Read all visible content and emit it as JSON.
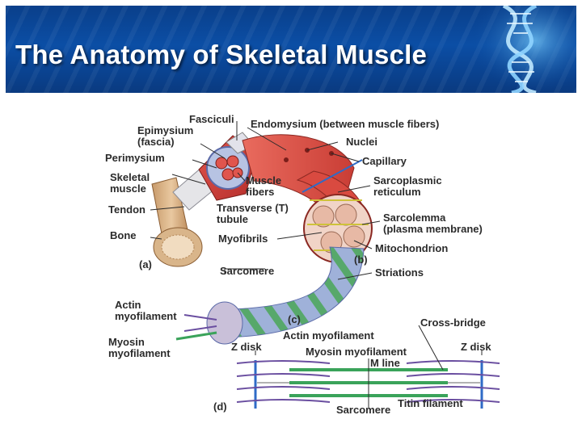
{
  "slide": {
    "title": "The Anatomy of Skeletal Muscle"
  },
  "diagram": {
    "labels": {
      "fasciculi": "Fasciculi",
      "epimysium_1": "Epimysium",
      "epimysium_2": "(fascia)",
      "endomysium": "Endomysium (between muscle fibers)",
      "nuclei": "Nuclei",
      "perimysium": "Perimysium",
      "capillary": "Capillary",
      "skeletal_1": "Skeletal",
      "skeletal_2": "muscle",
      "muscle_fibers_1": "Muscle",
      "muscle_fibers_2": "fibers",
      "sarcoplasmic_1": "Sarcoplasmic",
      "sarcoplasmic_2": "reticulum",
      "tendon": "Tendon",
      "transverse_1": "Transverse (T)",
      "transverse_2": "tubule",
      "sarcolemma_1": "Sarcolemma",
      "sarcolemma_2": "(plasma membrane)",
      "bone": "Bone",
      "myofibrils": "Myofibrils",
      "mitochondrion": "Mitochondrion",
      "part_a": "(a)",
      "part_b": "(b)",
      "sarcomere_top": "Sarcomere",
      "striations": "Striations",
      "actin_1": "Actin",
      "actin_2": "myofilament",
      "part_c": "(c)",
      "cross_bridge": "Cross-bridge",
      "actin_myofilament": "Actin myofilament",
      "myosin_1": "Myosin",
      "myosin_2": "myofilament",
      "z_disk_left": "Z disk",
      "myosin_myofilament": "Myosin myofilament",
      "z_disk_right": "Z disk",
      "m_line": "M line",
      "part_d": "(d)",
      "titin": "Titin filament",
      "sarcomere_bottom": "Sarcomere"
    }
  }
}
